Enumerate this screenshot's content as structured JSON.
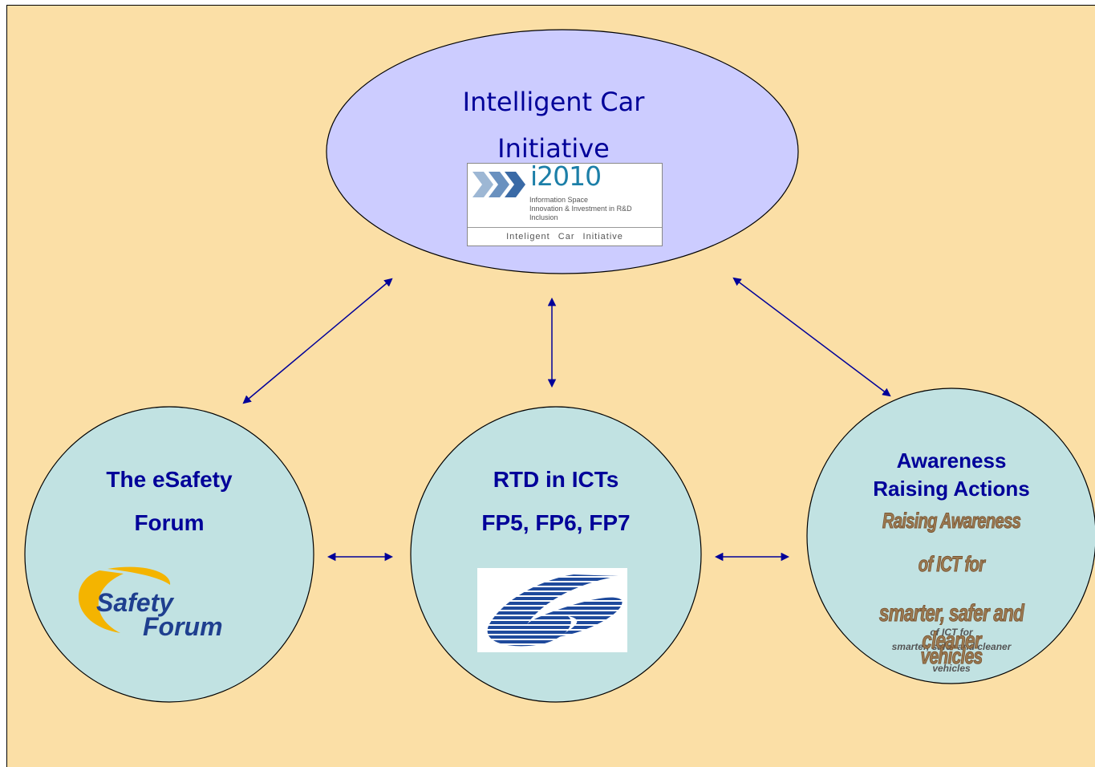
{
  "top_node": {
    "title": "Intelligent Car Initiative",
    "logo": {
      "name": "i2010",
      "lines": [
        "Information Space",
        "Innovation & Investment in R&D",
        "Inclusion"
      ],
      "bar_text": "Inteligent Car Initiative"
    }
  },
  "left_node": {
    "title_line1": "The eSafety",
    "title_line2": "Forum",
    "logo": {
      "word1": "Safety",
      "word2": "Forum"
    }
  },
  "center_node": {
    "title_line1": "RTD in ICTs",
    "title_line2": "FP5, FP6, FP7",
    "logo_name": "fp6-logo"
  },
  "right_node": {
    "title_line1": "Awareness",
    "title_line2": "Raising Actions",
    "wordart": [
      "Raising Awareness",
      "of ICT for",
      "smarter, safer and cleaner",
      "vehicles"
    ],
    "ghost_text": [
      "of ICT for",
      "smarter, safer and cleaner",
      "vehicles"
    ]
  },
  "colors": {
    "background": "#fbdfa6",
    "ellipse_fill": "#ccccff",
    "circle_fill": "#c1e2e2",
    "arrow": "#000099",
    "title_text": "#000099"
  }
}
